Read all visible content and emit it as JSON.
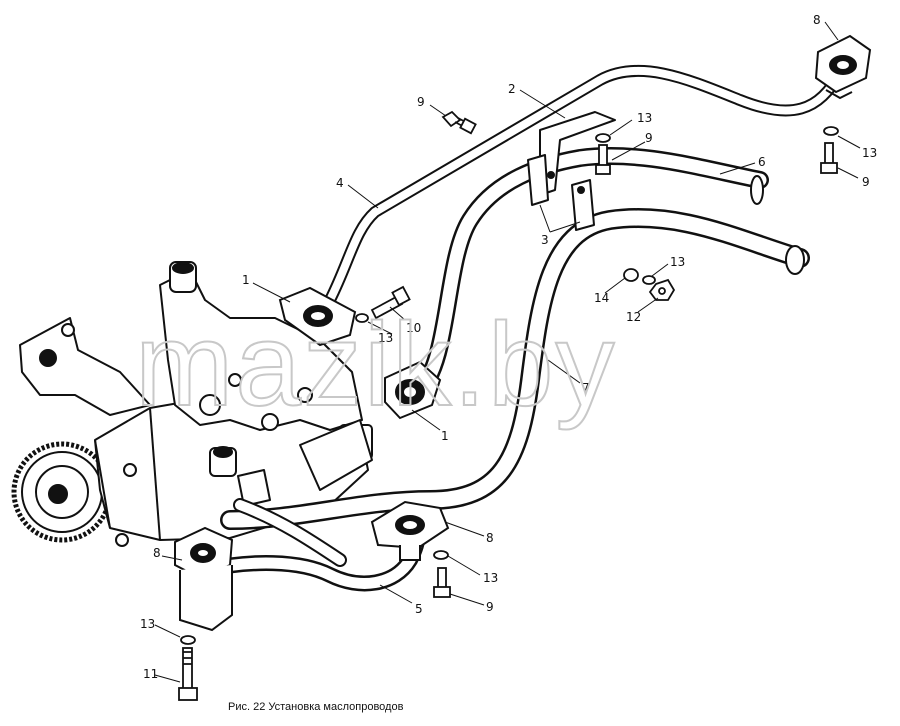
{
  "caption": "Рис. 22 Установка маслопроводов",
  "watermark": "mazik.by",
  "part_labels": [
    "8",
    "2",
    "9",
    "13",
    "9",
    "6",
    "13",
    "9",
    "4",
    "3",
    "13",
    "14",
    "12",
    "1",
    "10",
    "13",
    "7",
    "1",
    "8",
    "8",
    "13",
    "5",
    "9",
    "13",
    "11"
  ]
}
